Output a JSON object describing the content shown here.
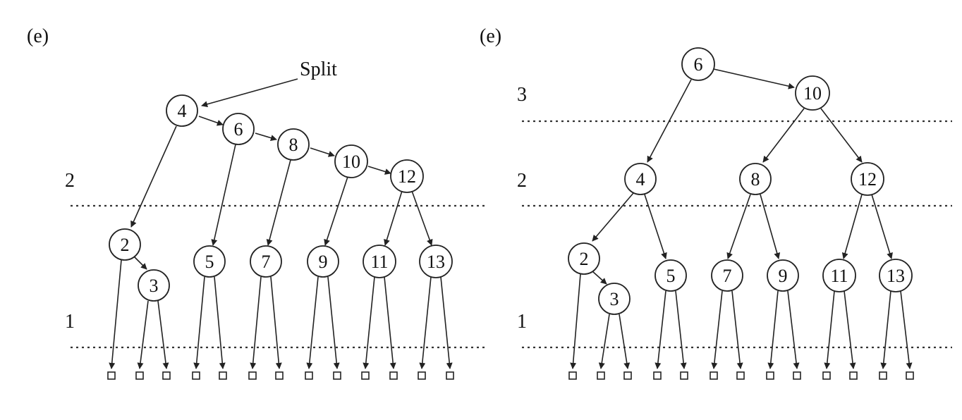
{
  "left": {
    "panel_label": "(e)",
    "annotation": "Split",
    "level_labels": [
      "2",
      "1"
    ],
    "nodes": [
      "4",
      "6",
      "8",
      "10",
      "12",
      "2",
      "3",
      "5",
      "7",
      "9",
      "11",
      "13"
    ]
  },
  "right": {
    "panel_label": "(e)",
    "level_labels": [
      "3",
      "2",
      "1"
    ],
    "nodes": [
      "6",
      "10",
      "4",
      "8",
      "12",
      "2",
      "3",
      "5",
      "7",
      "9",
      "11",
      "13"
    ]
  }
}
